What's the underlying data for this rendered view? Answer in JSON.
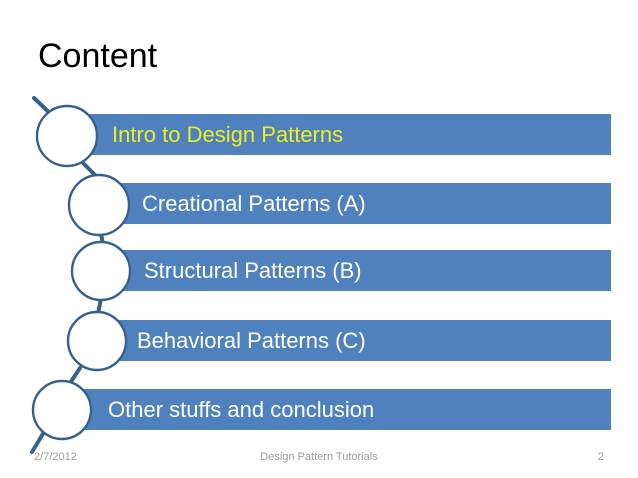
{
  "slide": {
    "title": "Content",
    "background_color": "#FFFFFF",
    "title_color": "#000000",
    "accent_color": "#4E81BD",
    "highlight_text_color": "#EEEE22",
    "bar_text_color": "#FFFFFF",
    "circle_fill_color": "#FFFFFF",
    "circle_stroke_color": "#36618E"
  },
  "items": [
    {
      "label": "Intro to Design Patterns",
      "highlighted": true
    },
    {
      "label": "Creational Patterns (A)",
      "highlighted": false
    },
    {
      "label": "Structural Patterns (B)",
      "highlighted": false
    },
    {
      "label": "Behavioral Patterns (C)",
      "highlighted": false
    },
    {
      "label": "Other stuffs and conclusion",
      "highlighted": false
    }
  ],
  "footer": {
    "date": "2/7/2012",
    "title": "Design Pattern Tutorials",
    "page_number": "2",
    "text_color": "#9A9A9A"
  }
}
